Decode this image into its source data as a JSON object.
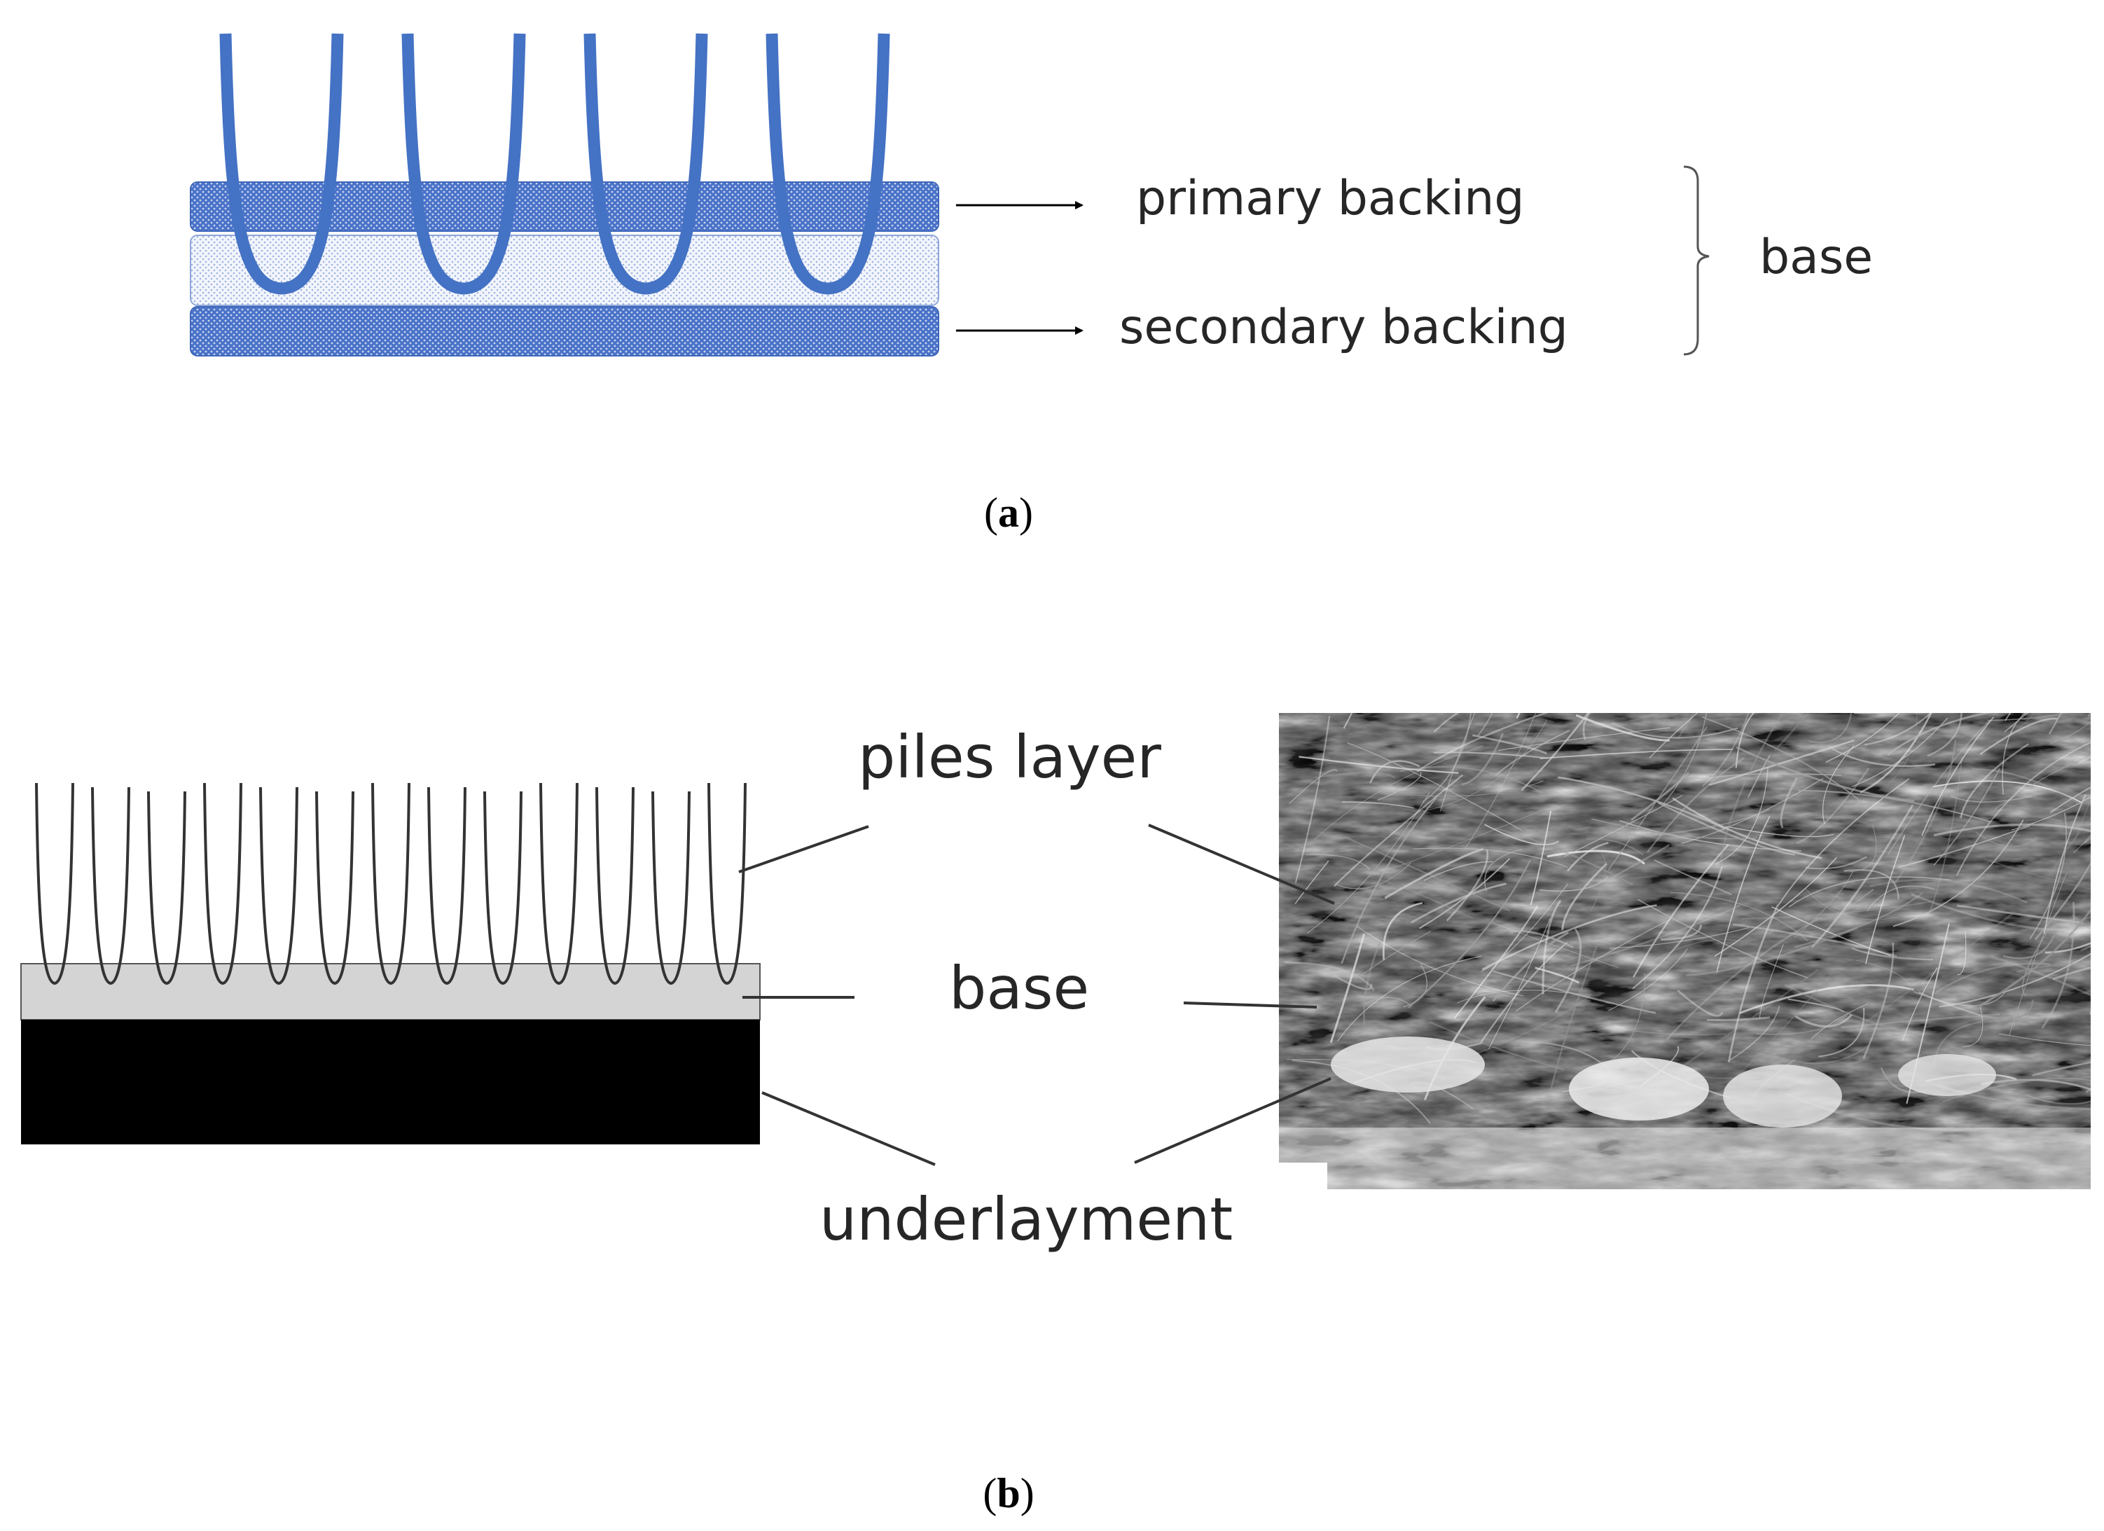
{
  "panel_a": {
    "label_primary": "primary backing",
    "label_secondary": "secondary backing",
    "label_base": "base",
    "caption_open": "(",
    "caption_letter": "a",
    "caption_close": ")",
    "colors": {
      "fiber": "#4472c4",
      "backing_dark": "#4a72c8",
      "backing_light": "#eef2fb"
    }
  },
  "panel_b": {
    "label_piles": "piles layer",
    "label_base": "base",
    "label_underlayment": "underlayment",
    "caption_open": "(",
    "caption_letter": "b",
    "caption_close": ")",
    "colors": {
      "pile": "#333333",
      "base": "#d4d4d4",
      "underlayment": "#000000"
    }
  }
}
